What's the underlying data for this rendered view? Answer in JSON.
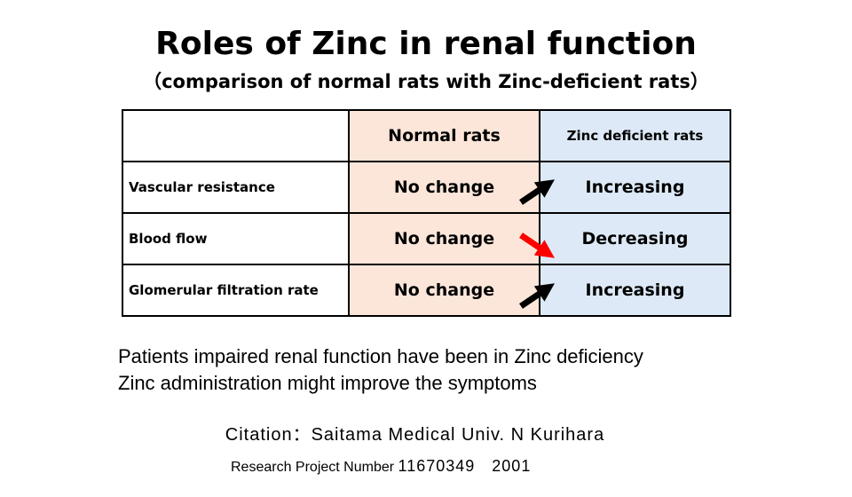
{
  "title": "Roles of Zinc in renal function",
  "subtitle": "（comparison of normal rats with Zinc-deficient rats）",
  "table": {
    "headers": [
      "",
      "Normal rats",
      "Zinc deficient rats"
    ],
    "rows": [
      {
        "label": "Vascular resistance",
        "normal": "No change",
        "zinc": "Increasing",
        "arrow": "up",
        "arrow_color": "#000000"
      },
      {
        "label": "Blood flow",
        "normal": "No change",
        "zinc": "Decreasing",
        "arrow": "down",
        "arrow_color": "#ff0000"
      },
      {
        "label": "Glomerular filtration rate",
        "normal": "No change",
        "zinc": "Increasing",
        "arrow": "up",
        "arrow_color": "#000000"
      }
    ],
    "colors": {
      "normal_bg": "#fbe6d9",
      "zinc_bg": "#dde9f6"
    }
  },
  "notes": [
    "Patients impaired renal function have been in Zinc deficiency",
    "Zinc administration might improve the symptoms"
  ],
  "citation": "Citation：Saitama Medical Univ. N Kurihara",
  "project_label": "Research Project Number",
  "project_number": "11670349　2001"
}
